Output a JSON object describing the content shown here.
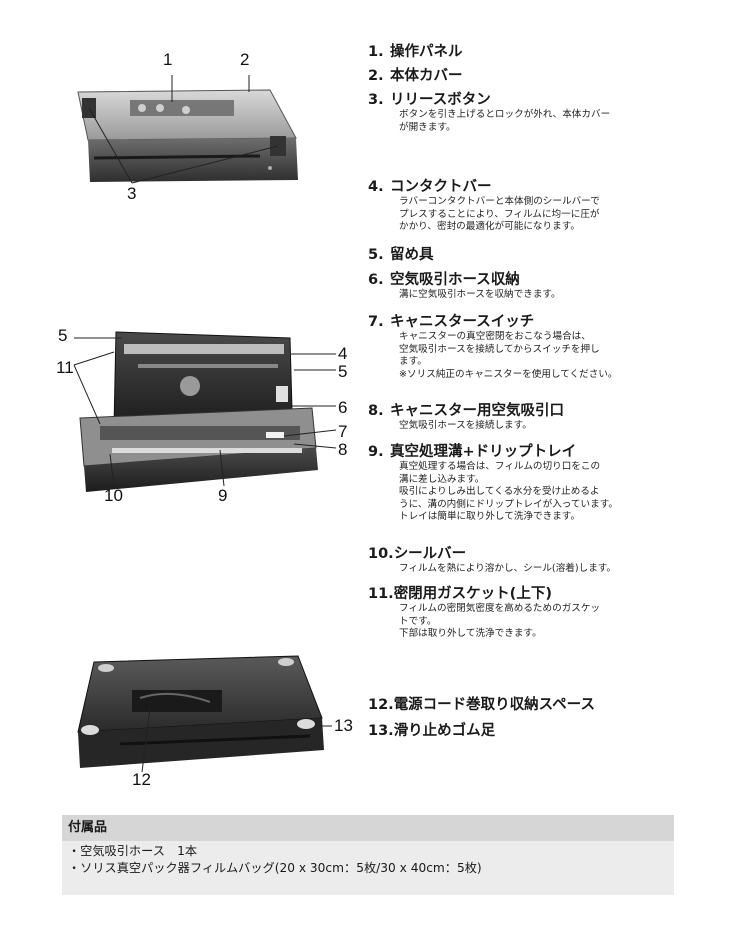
{
  "parts": [
    {
      "num": "1.",
      "title": "操作パネル",
      "desc": ""
    },
    {
      "num": "2.",
      "title": "本体カバー",
      "desc": ""
    },
    {
      "num": "3.",
      "title": "リリースボタン",
      "desc": "ボタンを引き上げるとロックが外れ、本体カバー\nが開きます。"
    },
    {
      "num": "4.",
      "title": "コンタクトバー",
      "desc": "ラバーコンタクトバーと本体側のシールバーで\nプレスすることにより、フィルムに均一に圧が\nかかり、密封の最適化が可能になります。"
    },
    {
      "num": "5.",
      "title": "留め具",
      "desc": ""
    },
    {
      "num": "6.",
      "title": "空気吸引ホース収納",
      "desc": "溝に空気吸引ホースを収納できます。"
    },
    {
      "num": "7.",
      "title": "キャニスタースイッチ",
      "desc": "キャニスターの真空密閉をおこなう場合は、\n空気吸引ホースを接続してからスイッチを押し\nます。\n※ソリス純正のキャニスターを使用してください。"
    },
    {
      "num": "8.",
      "title": "キャニスター用空気吸引口",
      "desc": "空気吸引ホースを接続します。"
    },
    {
      "num": "9.",
      "title": "真空処理溝+ドリップトレイ",
      "desc": "真空処理する場合は、フィルムの切り口をこの\n溝に差し込みます。\n吸引によりしみ出してくる水分を受け止めるよ\nうに、溝の内側にドリップトレイが入っています。\nトレイは簡単に取り外して洗浄できます。"
    },
    {
      "num": "10.",
      "title": "シールバー",
      "desc": "フィルムを熱により溶かし、シール(溶着)します。"
    },
    {
      "num": "11.",
      "title": "密閉用ガスケット(上下)",
      "desc": "フィルムの密閉気密度を高めるためのガスケッ\nトです。\n下部は取り外して洗浄できます。"
    },
    {
      "num": "12.",
      "title": "電源コード巻取り収納スペース",
      "desc": ""
    },
    {
      "num": "13.",
      "title": "滑り止めゴム足",
      "desc": ""
    }
  ],
  "callouts": {
    "fig1": [
      "1",
      "2",
      "3"
    ],
    "fig2": [
      "5",
      "11",
      "4",
      "5",
      "6",
      "7",
      "8",
      "10",
      "9"
    ],
    "fig3": [
      "13",
      "12"
    ]
  },
  "accessories": {
    "header": "付属品",
    "items": [
      "・空気吸引ホース　1本",
      "・ソリス真空パック器フィルムバッグ(20 x 30cm：5枚/30 x 40cm：5枚)"
    ]
  }
}
